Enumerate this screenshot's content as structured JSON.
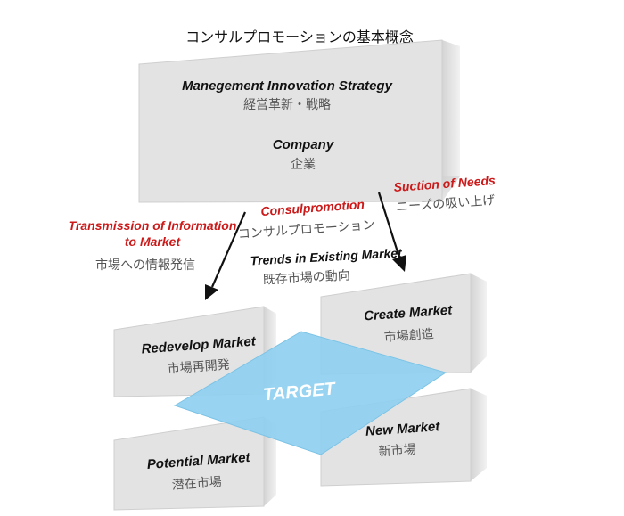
{
  "title": "コンサルプロモーションの基本概念",
  "top_block": {
    "strategy_en": "Manegement Innovation Strategy",
    "strategy_jp": "経営革新・戦略",
    "company_en": "Company",
    "company_jp": "企業"
  },
  "flows": {
    "transmission_en_1": "Transmission of Information",
    "transmission_en_2": "to Market",
    "transmission_jp": "市場への情報発信",
    "consul_en": "Consulpromotion",
    "consul_jp": "コンサルプロモーション",
    "suction_en": "Suction of Needs",
    "suction_jp": "ニーズの吸い上げ",
    "trends_en": "Trends in Existing Market",
    "trends_jp": "既存市場の動向"
  },
  "target": {
    "label": "TARGET",
    "color": "#8fd0f0"
  },
  "markets": {
    "redevelop": {
      "en": "Redevelop Market",
      "jp": "市場再開発"
    },
    "create": {
      "en": "Create Market",
      "jp": "市場創造"
    },
    "potential": {
      "en": "Potential Market",
      "jp": "潜在市場"
    },
    "new": {
      "en": "New Market",
      "jp": "新市場"
    }
  },
  "colors": {
    "accent_red": "#cc1a1a",
    "block_face": "#e3e3e3",
    "block_side": "#c9c9c9"
  }
}
